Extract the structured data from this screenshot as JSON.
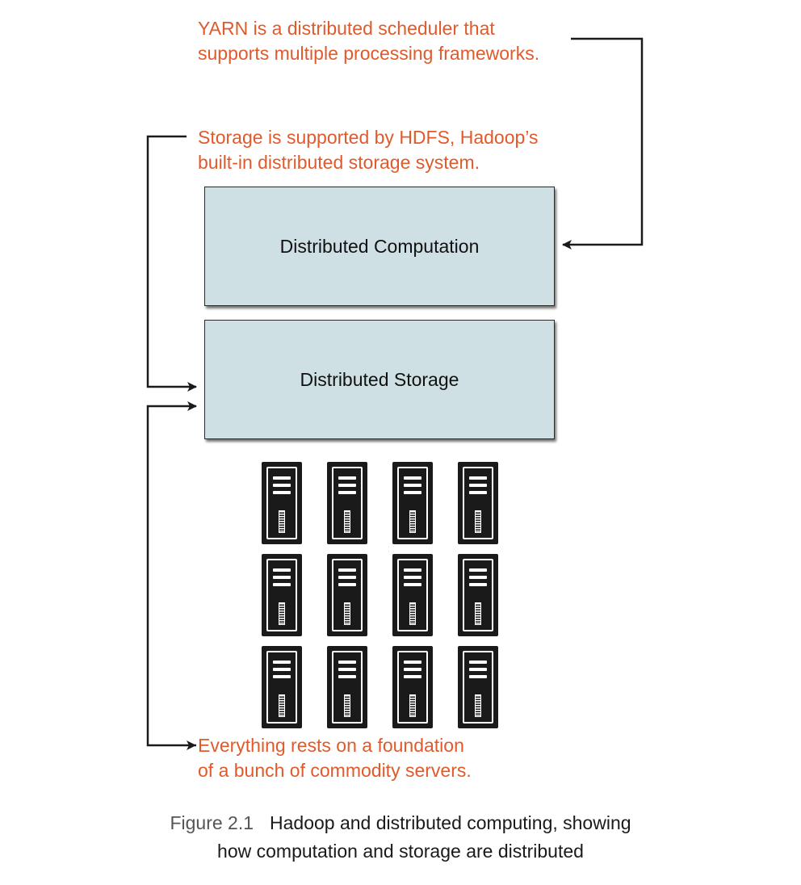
{
  "annotations": {
    "yarn": {
      "line1": "YARN is a distributed scheduler that",
      "line2": "supports multiple processing frameworks."
    },
    "storage": {
      "line1": "Storage is supported by HDFS, Hadoop’s",
      "line2": "built-in distributed storage system."
    },
    "servers": {
      "line1": "Everything rests on a foundation",
      "line2": "of a bunch of commodity servers."
    }
  },
  "layers": {
    "computation": "Distributed Computation",
    "storage": "Distributed Storage"
  },
  "servers": {
    "rows": 3,
    "columns": 4,
    "icon": "server-tower-icon"
  },
  "caption": {
    "number": "Figure 2.1",
    "line1_text": "Hadoop and distributed computing, showing",
    "line2": "how computation and storage are distributed"
  },
  "colors": {
    "annotation_text": "#e05a2b",
    "layer_fill": "#cfe0e5",
    "line": "#1a1a1a"
  }
}
